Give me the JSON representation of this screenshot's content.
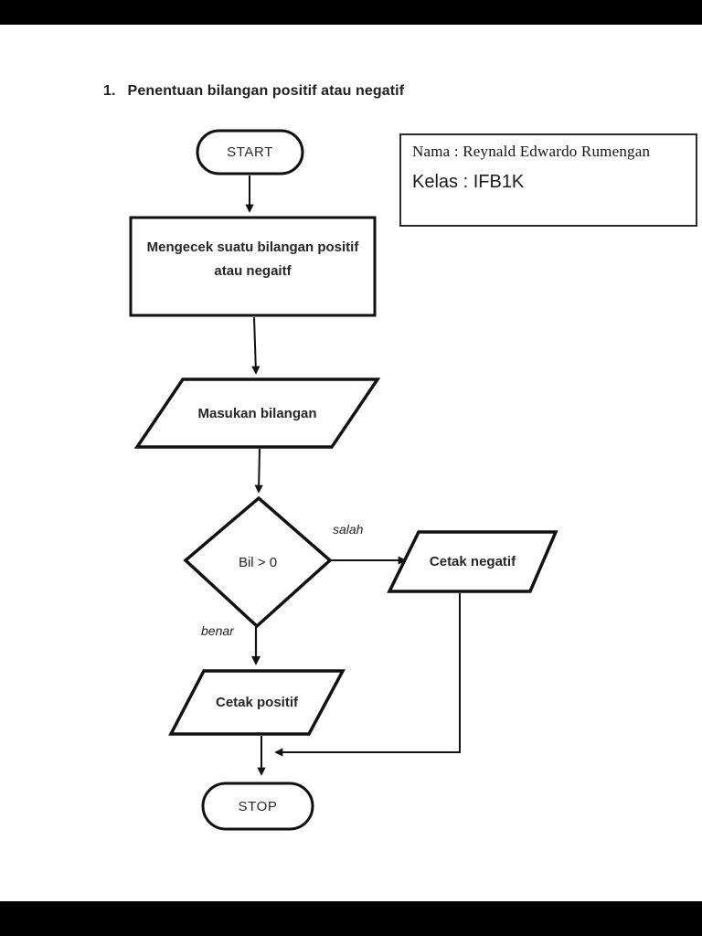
{
  "doc": {
    "title_number": "1.",
    "title": "Penentuan bilangan positif atau negatif"
  },
  "info_box": {
    "name_line": "Nama : Reynald Edwardo Rumengan",
    "class_line": "Kelas : IFB1K"
  },
  "flowchart": {
    "start_label": "START",
    "process_line1": "Mengecek suatu bilangan positif",
    "process_line2": "atau negaitf",
    "input_label": "Masukan bilangan",
    "decision_label": "Bil > 0",
    "edge_false_label": "salah",
    "edge_true_label": "benar",
    "output_negative_label": "Cetak negatif",
    "output_positive_label": "Cetak positif",
    "stop_label": "STOP"
  },
  "colors": {
    "stroke": "#111111",
    "text": "#262626",
    "page_background": "#ffffff",
    "letterbox": "#000000"
  }
}
